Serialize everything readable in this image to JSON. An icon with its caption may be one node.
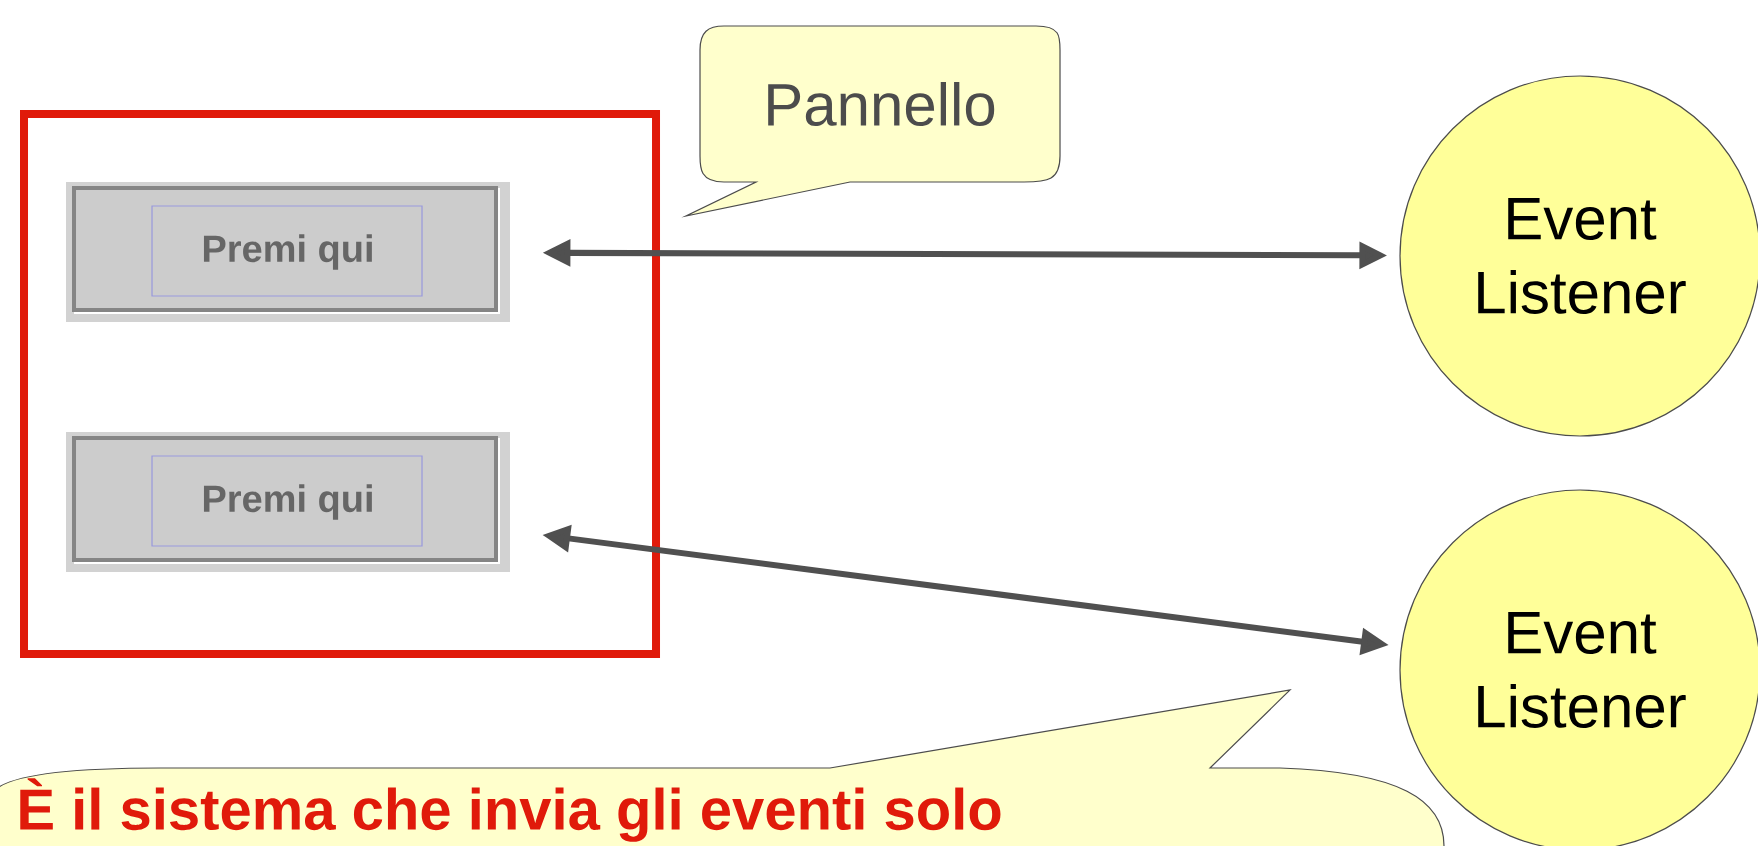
{
  "diagram": {
    "nodes": [
      {
        "text": [],
        "shape": "box"
      },
      {
        "text": [
          "Premi qui"
        ],
        "in": 0
      },
      {
        "text": [
          "Premi qui"
        ],
        "in": 0
      },
      {
        "text": [
          "Pannello"
        ]
      },
      {
        "text": [
          "Event Listener"
        ]
      },
      {
        "text": [
          "Event Listener"
        ]
      },
      {
        "text": [
          "È il sistema che invia gli eventi solo"
        ]
      }
    ],
    "edges": [
      {
        "from": 1,
        "to": 4,
        "arrow": "both"
      },
      {
        "from": 2,
        "to": 5,
        "arrow": "both"
      }
    ]
  }
}
